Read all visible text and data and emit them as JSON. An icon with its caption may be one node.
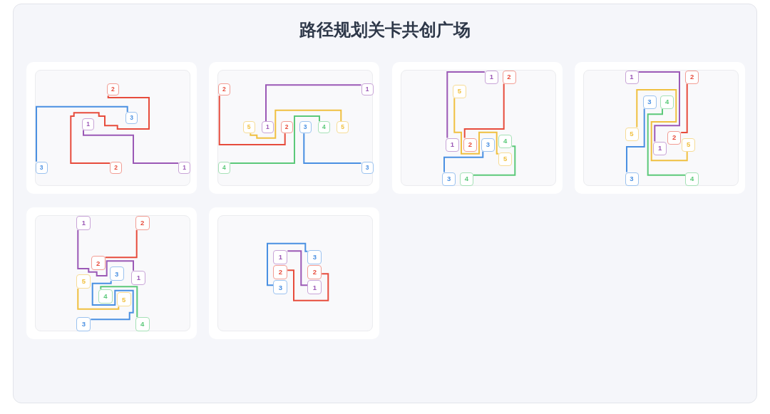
{
  "diagram": {
    "title": "路径规划关卡共创广场",
    "nodes": [
      {
        "text": [],
        "shape": "box"
      },
      {
        "text": [
          "2"
        ],
        "in": 0
      },
      {
        "text": [
          "3"
        ],
        "in": 0
      },
      {
        "text": [
          "1"
        ],
        "in": 0
      },
      {
        "text": [
          "3"
        ],
        "in": 0
      },
      {
        "text": [
          "2"
        ],
        "in": 0
      },
      {
        "text": [
          "1"
        ],
        "in": 0
      },
      {
        "text": [],
        "shape": "box"
      },
      {
        "text": [
          "2"
        ],
        "in": 7
      },
      {
        "text": [
          "1"
        ],
        "in": 7
      },
      {
        "text": [
          "5"
        ],
        "in": 7
      },
      {
        "text": [
          "1"
        ],
        "in": 7
      },
      {
        "text": [
          "2"
        ],
        "in": 7
      },
      {
        "text": [
          "3"
        ],
        "in": 7
      },
      {
        "text": [
          "4"
        ],
        "in": 7
      },
      {
        "text": [
          "5"
        ],
        "in": 7
      },
      {
        "text": [
          "4"
        ],
        "in": 7
      },
      {
        "text": [
          "3"
        ],
        "in": 7
      },
      {
        "text": [],
        "shape": "box"
      },
      {
        "text": [
          "1"
        ],
        "in": 18
      },
      {
        "text": [
          "2"
        ],
        "in": 18
      },
      {
        "text": [
          "5"
        ],
        "in": 18
      },
      {
        "text": [
          "1"
        ],
        "in": 18
      },
      {
        "text": [
          "2"
        ],
        "in": 18
      },
      {
        "text": [
          "3"
        ],
        "in": 18
      },
      {
        "text": [
          "4"
        ],
        "in": 18
      },
      {
        "text": [
          "5"
        ],
        "in": 18
      },
      {
        "text": [
          "3"
        ],
        "in": 18
      },
      {
        "text": [
          "4"
        ],
        "in": 18
      },
      {
        "text": [],
        "shape": "box"
      },
      {
        "text": [
          "1"
        ],
        "in": 29
      },
      {
        "text": [
          "2"
        ],
        "in": 29
      },
      {
        "text": [
          "3"
        ],
        "in": 29
      },
      {
        "text": [
          "4"
        ],
        "in": 29
      },
      {
        "text": [
          "5"
        ],
        "in": 29
      },
      {
        "text": [
          "2"
        ],
        "in": 29
      },
      {
        "text": [
          "5"
        ],
        "in": 29
      },
      {
        "text": [
          "1"
        ],
        "in": 29
      },
      {
        "text": [
          "3"
        ],
        "in": 29
      },
      {
        "text": [
          "4"
        ],
        "in": 29
      },
      {
        "text": [],
        "shape": "box"
      },
      {
        "text": [
          "1"
        ],
        "in": 40
      },
      {
        "text": [
          "2"
        ],
        "in": 40
      },
      {
        "text": [
          "2"
        ],
        "in": 40
      },
      {
        "text": [
          "3"
        ],
        "in": 40
      },
      {
        "text": [
          "1"
        ],
        "in": 40
      },
      {
        "text": [
          "5"
        ],
        "in": 40
      },
      {
        "text": [
          "4"
        ],
        "in": 40
      },
      {
        "text": [
          "5"
        ],
        "in": 40
      },
      {
        "text": [
          "3"
        ],
        "in": 40
      },
      {
        "text": [
          "4"
        ],
        "in": 40
      },
      {
        "text": [],
        "shape": "box"
      },
      {
        "text": [
          "1"
        ],
        "in": 51
      },
      {
        "text": [
          "3"
        ],
        "in": 51
      },
      {
        "text": [
          "2"
        ],
        "in": 51
      },
      {
        "text": [
          "2"
        ],
        "in": 51
      },
      {
        "text": [
          "3"
        ],
        "in": 51
      },
      {
        "text": [
          "1"
        ],
        "in": 51
      }
    ],
    "edges": [
      {
        "from": 4,
        "to": 2,
        "arrow": "none",
        "color": "#4a90e2"
      },
      {
        "from": 1,
        "to": 5,
        "arrow": "none",
        "color": "#e74c3c"
      },
      {
        "from": 3,
        "to": 6,
        "arrow": "none",
        "color": "#9b59b6"
      },
      {
        "from": 11,
        "to": 9,
        "arrow": "none",
        "color": "#9b59b6"
      },
      {
        "from": 8,
        "to": 12,
        "arrow": "none",
        "color": "#e74c3c"
      },
      {
        "from": 10,
        "to": 15,
        "arrow": "none",
        "color": "#f0c040"
      },
      {
        "from": 16,
        "to": 14,
        "arrow": "none",
        "color": "#5cc97a"
      },
      {
        "from": 13,
        "to": 17,
        "arrow": "none",
        "color": "#4a90e2"
      },
      {
        "from": 19,
        "to": 22,
        "arrow": "none",
        "color": "#9b59b6"
      },
      {
        "from": 20,
        "to": 23,
        "arrow": "none",
        "color": "#e74c3c"
      },
      {
        "from": 21,
        "to": 26,
        "arrow": "none",
        "color": "#f0c040"
      },
      {
        "from": 24,
        "to": 27,
        "arrow": "none",
        "color": "#4a90e2"
      },
      {
        "from": 25,
        "to": 28,
        "arrow": "none",
        "color": "#5cc97a"
      },
      {
        "from": 30,
        "to": 37,
        "arrow": "none",
        "color": "#9b59b6"
      },
      {
        "from": 31,
        "to": 35,
        "arrow": "none",
        "color": "#e74c3c"
      },
      {
        "from": 34,
        "to": 36,
        "arrow": "none",
        "color": "#f0c040"
      },
      {
        "from": 32,
        "to": 38,
        "arrow": "none",
        "color": "#4a90e2"
      },
      {
        "from": 33,
        "to": 39,
        "arrow": "none",
        "color": "#5cc97a"
      },
      {
        "from": 41,
        "to": 45,
        "arrow": "none",
        "color": "#9b59b6"
      },
      {
        "from": 42,
        "to": 43,
        "arrow": "none",
        "color": "#e74c3c"
      },
      {
        "from": 44,
        "to": 49,
        "arrow": "none",
        "color": "#4a90e2"
      },
      {
        "from": 47,
        "to": 50,
        "arrow": "none",
        "color": "#5cc97a"
      },
      {
        "from": 46,
        "to": 48,
        "arrow": "none",
        "color": "#f0c040"
      },
      {
        "from": 56,
        "to": 53,
        "arrow": "none",
        "color": "#4a90e2"
      },
      {
        "from": 52,
        "to": 57,
        "arrow": "none",
        "color": "#9b59b6"
      },
      {
        "from": 54,
        "to": 55,
        "arrow": "none",
        "color": "#e74c3c"
      }
    ]
  }
}
